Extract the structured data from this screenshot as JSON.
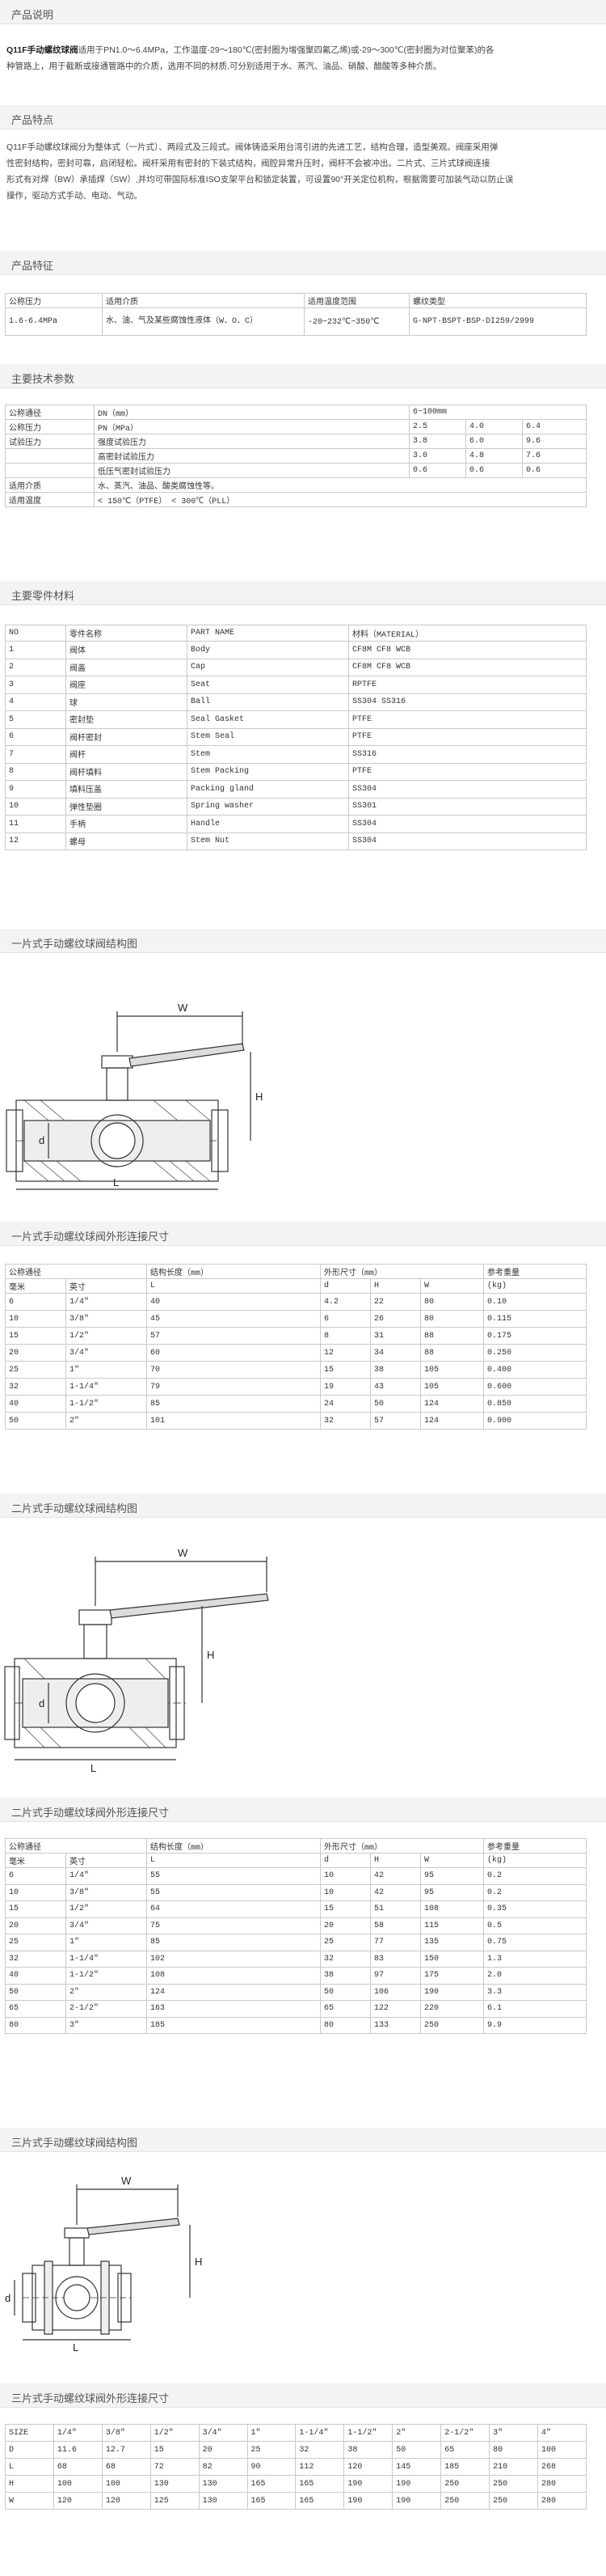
{
  "sections": {
    "desc": "产品说明",
    "features": "产品特点",
    "specs": "产品特征",
    "params": "主要技术参数",
    "parts": "主要零件材料",
    "fig1": "一片式手动螺纹球阀结构图",
    "dim1": "一片式手动螺纹球阀外形连接尺寸",
    "fig2": "二片式手动螺纹球阀结构图",
    "dim2": "二片式手动螺纹球阀外形连接尺寸",
    "fig3": "三片式手动螺纹球阀结构图",
    "dim3": "三片式手动螺纹球阀外形连接尺寸"
  },
  "desc_text": {
    "bold": "Q11F手动螺纹球阀",
    "line1": "适用于PN1.0～6.4MPa，工作温度-29～180℃(密封圈为增强聚四氟乙烯)或-29～300℃(密封圈为对位聚苯)的各",
    "line2": "种管路上，用于截断或接通管路中的介质，选用不同的材质,可分别适用于水、蒸汽、油品、硝酸、醋酸等多种介质。"
  },
  "features_text": {
    "line1": "Q11F手动螺纹球阀分为整体式（一片式）、两段式及三段式。阀体铸造采用台湾引进的先进工艺，结构合理，造型美观。阀座采用弹",
    "line2": "性密封结构，密封可靠，启闭轻松。阀杆采用有密封的下装式结构，阀腔异常升压时，阀杆不会被冲出。二片式、三片式球阀连接",
    "line3": "形式有对焊（BW）承插焊（SW）,并均可带国际标准ISO支架平台和锁定装置，可设置90°开关定位机构，根据需要可加装气动以防止误",
    "line4": "操作，驱动方式手动、电动、气动。"
  },
  "spec_table": {
    "headers": [
      "公称压力",
      "适用介质",
      "适用温度范围",
      "螺纹类型"
    ],
    "row": [
      "1.6-6.4MPa",
      "水、油、气及某些腐蚀性液体（W．O．C）",
      "-20~232℃~350℃",
      "G·NPT·BSPT·BSP·DI259/2999"
    ]
  },
  "params_table": {
    "rows": [
      [
        "公称通径",
        "DN（mm）",
        "6~100mm"
      ],
      [
        "公称压力",
        "PN（MPa）",
        "2.5",
        "4.0",
        "6.4"
      ],
      [
        "试验压力",
        "强度试验压力",
        "3.8",
        "6.0",
        "9.6"
      ],
      [
        "",
        "高密封试验压力",
        "3.0",
        "4.8",
        "7.6"
      ],
      [
        "",
        "低压气密封试验压力",
        "0.6",
        "0.6",
        "0.6"
      ],
      [
        "适用介质",
        "水、蒸汽、油品、酸类腐蚀性等。"
      ],
      [
        "适用温度",
        "< 150℃（PTFE） < 300℃（PLL）"
      ]
    ]
  },
  "parts_table": {
    "headers": [
      "NO",
      "零件名称",
      "PART NAME",
      "材料（MATERIAL）"
    ],
    "rows": [
      [
        "1",
        "阀体",
        "Body",
        "CF8M CF8 WCB"
      ],
      [
        "2",
        "阀盖",
        "Cap",
        "CF8M CF8 WCB"
      ],
      [
        "3",
        "阀座",
        "Seat",
        "RPTFE"
      ],
      [
        "4",
        "球",
        "Ball",
        "SS304 SS316"
      ],
      [
        "5",
        "密封垫",
        "Seal Gasket",
        "PTFE"
      ],
      [
        "6",
        "阀杆密封",
        "Stem Seal",
        "PTFE"
      ],
      [
        "7",
        "阀杆",
        "Stem",
        "SS316"
      ],
      [
        "8",
        "阀杆填料",
        "Stem Packing",
        "PTFE"
      ],
      [
        "9",
        "填料压盖",
        "Packing gland",
        "SS304"
      ],
      [
        "10",
        "弹性垫圈",
        "Spring washer",
        "SS301"
      ],
      [
        "11",
        "手柄",
        "Handle",
        "SS304"
      ],
      [
        "12",
        "螺母",
        "Stem Nut",
        "SS304"
      ]
    ]
  },
  "dim1_table": {
    "h1": [
      "公称通径",
      "结构长度（mm）",
      "外形尺寸（mm）",
      "参考重量"
    ],
    "h2": [
      "毫米",
      "英寸",
      "L",
      "d",
      "H",
      "W",
      "(kg)"
    ],
    "rows": [
      [
        "6",
        "1/4″",
        "40",
        "4.2",
        "22",
        "80",
        "0.10"
      ],
      [
        "10",
        "3/8″",
        "45",
        "6",
        "26",
        "80",
        "0.115"
      ],
      [
        "15",
        "1/2″",
        "57",
        "8",
        "31",
        "88",
        "0.175"
      ],
      [
        "20",
        "3/4″",
        "60",
        "12",
        "34",
        "88",
        "0.250"
      ],
      [
        "25",
        "1″",
        "70",
        "15",
        "38",
        "105",
        "0.400"
      ],
      [
        "32",
        "1-1/4″",
        "79",
        "19",
        "43",
        "105",
        "0.600"
      ],
      [
        "40",
        "1-1/2″",
        "85",
        "24",
        "50",
        "124",
        "0.850"
      ],
      [
        "50",
        "2″",
        "101",
        "32",
        "57",
        "124",
        "0.900"
      ]
    ]
  },
  "dim2_table": {
    "h1": [
      "公称通径",
      "结构长度（mm）",
      "外形尺寸（mm）",
      "参考重量"
    ],
    "h2": [
      "毫米",
      "英寸",
      "L",
      "d",
      "H",
      "W",
      "(kg)"
    ],
    "rows": [
      [
        "6",
        "1/4″",
        "55",
        "10",
        "42",
        "95",
        "0.2"
      ],
      [
        "10",
        "3/8″",
        "55",
        "10",
        "42",
        "95",
        "0.2"
      ],
      [
        "15",
        "1/2″",
        "64",
        "15",
        "51",
        "108",
        "0.35"
      ],
      [
        "20",
        "3/4″",
        "75",
        "20",
        "58",
        "115",
        "0.5"
      ],
      [
        "25",
        "1″",
        "85",
        "25",
        "77",
        "135",
        "0.75"
      ],
      [
        "32",
        "1-1/4″",
        "102",
        "32",
        "83",
        "150",
        "1.3"
      ],
      [
        "40",
        "1-1/2″",
        "108",
        "38",
        "97",
        "175",
        "2.0"
      ],
      [
        "50",
        "2″",
        "124",
        "50",
        "106",
        "190",
        "3.3"
      ],
      [
        "65",
        "2-1/2″",
        "163",
        "65",
        "122",
        "220",
        "6.1"
      ],
      [
        "80",
        "3″",
        "185",
        "80",
        "133",
        "250",
        "9.9"
      ]
    ]
  },
  "dim3_table": {
    "rows": [
      [
        "SIZE",
        "1/4″",
        "3/8″",
        "1/2″",
        "3/4″",
        "1″",
        "1-1/4″",
        "1-1/2″",
        "2″",
        "2-1/2″",
        "3″",
        "4″"
      ],
      [
        "D",
        "11.6",
        "12.7",
        "15",
        "20",
        "25",
        "32",
        "38",
        "50",
        "65",
        "80",
        "100"
      ],
      [
        "L",
        "68",
        "68",
        "72",
        "82",
        "90",
        "112",
        "120",
        "145",
        "185",
        "210",
        "268"
      ],
      [
        "H",
        "100",
        "100",
        "130",
        "130",
        "165",
        "165",
        "190",
        "190",
        "250",
        "250",
        "280"
      ],
      [
        "W",
        "120",
        "120",
        "125",
        "130",
        "165",
        "165",
        "190",
        "190",
        "250",
        "250",
        "280"
      ]
    ]
  },
  "figure_labels": {
    "W": "W",
    "H": "H",
    "L": "L",
    "d": "d"
  }
}
